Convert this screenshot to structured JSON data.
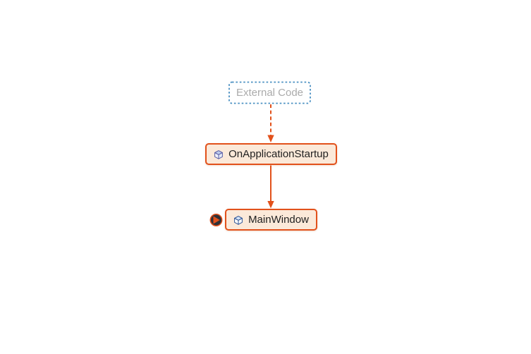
{
  "diagram": {
    "nodes": [
      {
        "label": "External Code"
      },
      {
        "label": "OnApplicationStartup"
      },
      {
        "label": "MainWindow"
      }
    ],
    "edges": [
      {
        "from": "External Code",
        "to": "OnApplicationStartup",
        "style": "dashed"
      },
      {
        "from": "OnApplicationStartup",
        "to": "MainWindow",
        "style": "solid"
      }
    ],
    "icons": {
      "member_node": "cube-icon",
      "badge": "expand-arrow-icon"
    },
    "colors": {
      "edge_orange": "#E2511B",
      "node_fill": "#FBE9D9",
      "node_border": "#E2511B",
      "node_text": "#1F1F1F",
      "ext_border": "#4A90C2",
      "ext_text": "#ABABAB",
      "badge_fill": "#2E3138"
    }
  }
}
